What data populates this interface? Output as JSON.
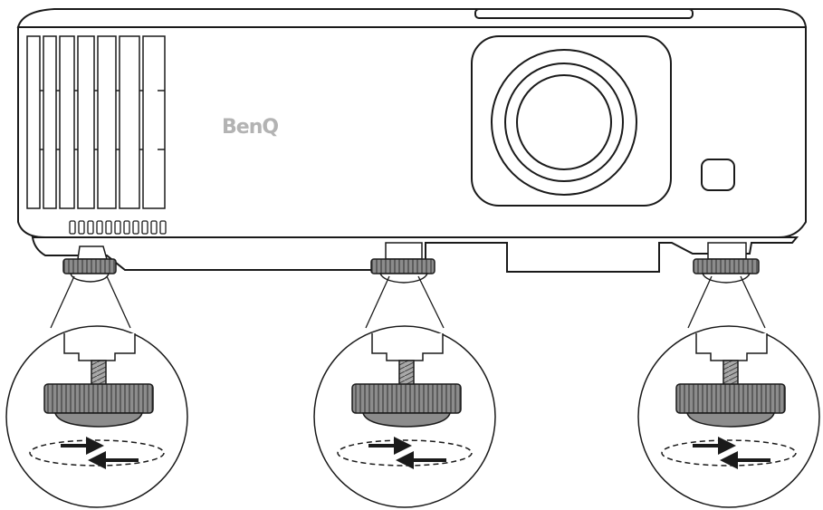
{
  "figure": {
    "brand_logo_text": "BenQ",
    "colors": {
      "outline": "#1a1a1a",
      "body_fill": "#ffffff",
      "knurl_fill": "#8c8c8c",
      "knurl_dark": "#5a5a5a",
      "thread_fill": "#a0a0a0",
      "logo_fill": "#b3b3b3",
      "arrow_fill": "#1a1a1a"
    },
    "feet": [
      {
        "name": "left-foot",
        "zoom": "left-zoom-circle",
        "rotation_hint": "rotate-both-directions"
      },
      {
        "name": "center-foot",
        "zoom": "center-zoom-circle",
        "rotation_hint": "rotate-both-directions"
      },
      {
        "name": "right-foot",
        "zoom": "right-zoom-circle",
        "rotation_hint": "rotate-both-directions"
      }
    ],
    "icons": [
      "projector-body-icon",
      "lens-icon",
      "vent-grille-icon",
      "ir-sensor-icon",
      "adjuster-foot-icon",
      "rotation-arrows-icon"
    ]
  }
}
